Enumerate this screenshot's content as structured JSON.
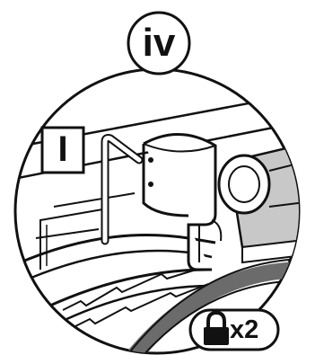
{
  "step": {
    "label": "iv"
  },
  "tool": {
    "label": "I"
  },
  "callout": {
    "icon": "lock-icon",
    "quantity": "x2"
  },
  "colors": {
    "line": "#111111",
    "background": "#ffffff",
    "shade": "#c8c8c8",
    "dark_band": "#6b6b6b"
  }
}
